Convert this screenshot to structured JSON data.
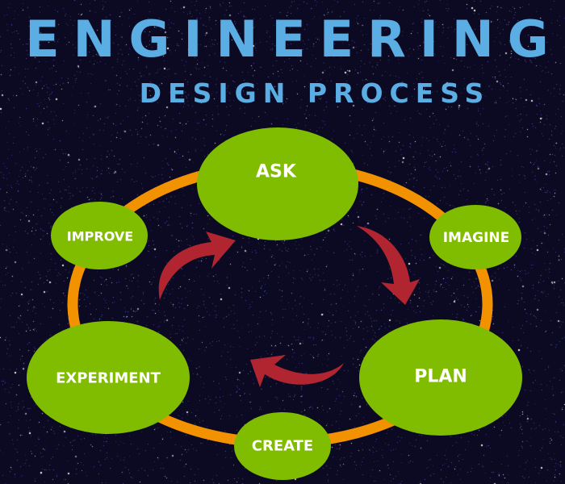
{
  "title": "ENGINEERING",
  "subtitle": "DESIGN PROCESS",
  "colors": {
    "background": "#0b0a22",
    "title": "#5aaee3",
    "node": "#80bc00",
    "ring": "#f39200",
    "arrow": "#b0252f"
  },
  "steps": [
    {
      "label": "ASK"
    },
    {
      "label": "IMAGINE"
    },
    {
      "label": "PLAN"
    },
    {
      "label": "CREATE"
    },
    {
      "label": "EXPERIMENT"
    },
    {
      "label": "IMPROVE"
    }
  ]
}
